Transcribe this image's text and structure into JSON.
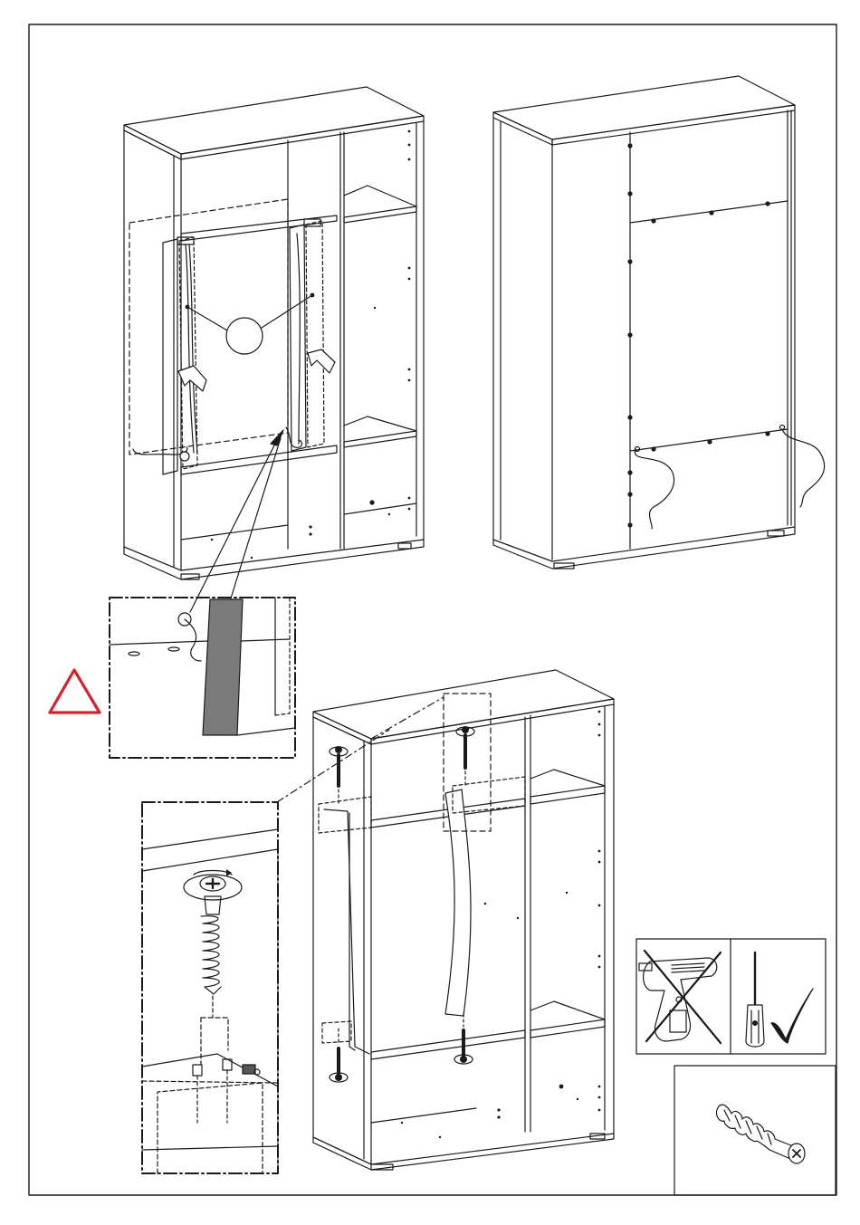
{
  "document": {
    "type": "assembly-instruction-sheet",
    "colors": {
      "line": "#1a1a1a",
      "warning": "#d8202a",
      "panel_fill": "#7a7a7a",
      "background": "#ffffff"
    },
    "figures": [
      {
        "id": "cabinet-front-lighting",
        "icon": "cabinet-front-icon"
      },
      {
        "id": "cabinet-back-cables",
        "icon": "cabinet-back-icon"
      },
      {
        "id": "cable-detail",
        "icon": "detail-zoom-icon"
      },
      {
        "id": "cabinet-screw-install",
        "icon": "cabinet-front-icon"
      },
      {
        "id": "screw-detail",
        "icon": "screw-icon"
      }
    ],
    "warning": {
      "icon": "warning-triangle-icon"
    },
    "tools": {
      "forbidden": "power-drill-icon",
      "allowed": "screwdriver-icon",
      "check": "checkmark-icon"
    },
    "hardware": {
      "icon": "screw-icon",
      "quantity_label": ""
    }
  }
}
